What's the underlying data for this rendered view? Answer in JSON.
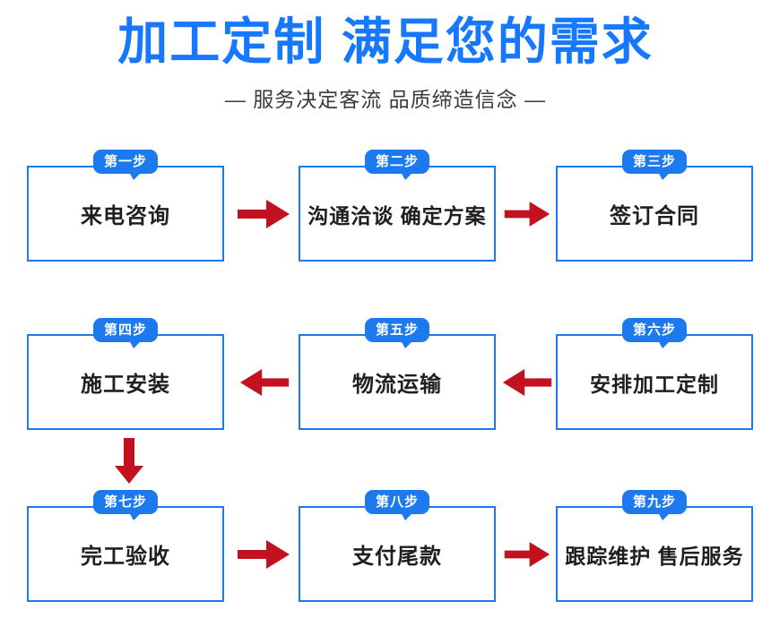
{
  "header": {
    "title": "加工定制 满足您的需求",
    "subtitle": "— 服务决定客流 品质缔造信念 —",
    "title_color": "#1677FF",
    "subtitle_color": "#3a3a3a"
  },
  "theme": {
    "box_border_color": "#1C79EE",
    "badge_color": "#1C79EE",
    "badge_text_color": "#FFFFFF",
    "arrow_color": "#C3121F",
    "step_text_color": "#1f1f1f",
    "background": "#FFFFFF"
  },
  "flow": {
    "steps": [
      {
        "badge": "第一步",
        "label": "来电咨询"
      },
      {
        "badge": "第二步",
        "label": "沟通洽谈 确定方案"
      },
      {
        "badge": "第三步",
        "label": "签订合同"
      },
      {
        "badge": "第四步",
        "label": "施工安装"
      },
      {
        "badge": "第五步",
        "label": "物流运输"
      },
      {
        "badge": "第六步",
        "label": "安排加工定制"
      },
      {
        "badge": "第七步",
        "label": "完工验收"
      },
      {
        "badge": "第八步",
        "label": "支付尾款"
      },
      {
        "badge": "第九步",
        "label": "跟踪维护 售后服务"
      }
    ],
    "connectors": [
      {
        "from": "第一步",
        "to": "第二步",
        "direction": "right"
      },
      {
        "from": "第二步",
        "to": "第三步",
        "direction": "right"
      },
      {
        "from": "第三步",
        "to": "第四步",
        "direction": "wrap-down"
      },
      {
        "from": "第六步",
        "to": "第五步",
        "direction": "left"
      },
      {
        "from": "第五步",
        "to": "第四步",
        "direction": "left"
      },
      {
        "from": "第四步",
        "to": "第七步",
        "direction": "down"
      },
      {
        "from": "第七步",
        "to": "第八步",
        "direction": "right"
      },
      {
        "from": "第八步",
        "to": "第九步",
        "direction": "right"
      }
    ]
  }
}
